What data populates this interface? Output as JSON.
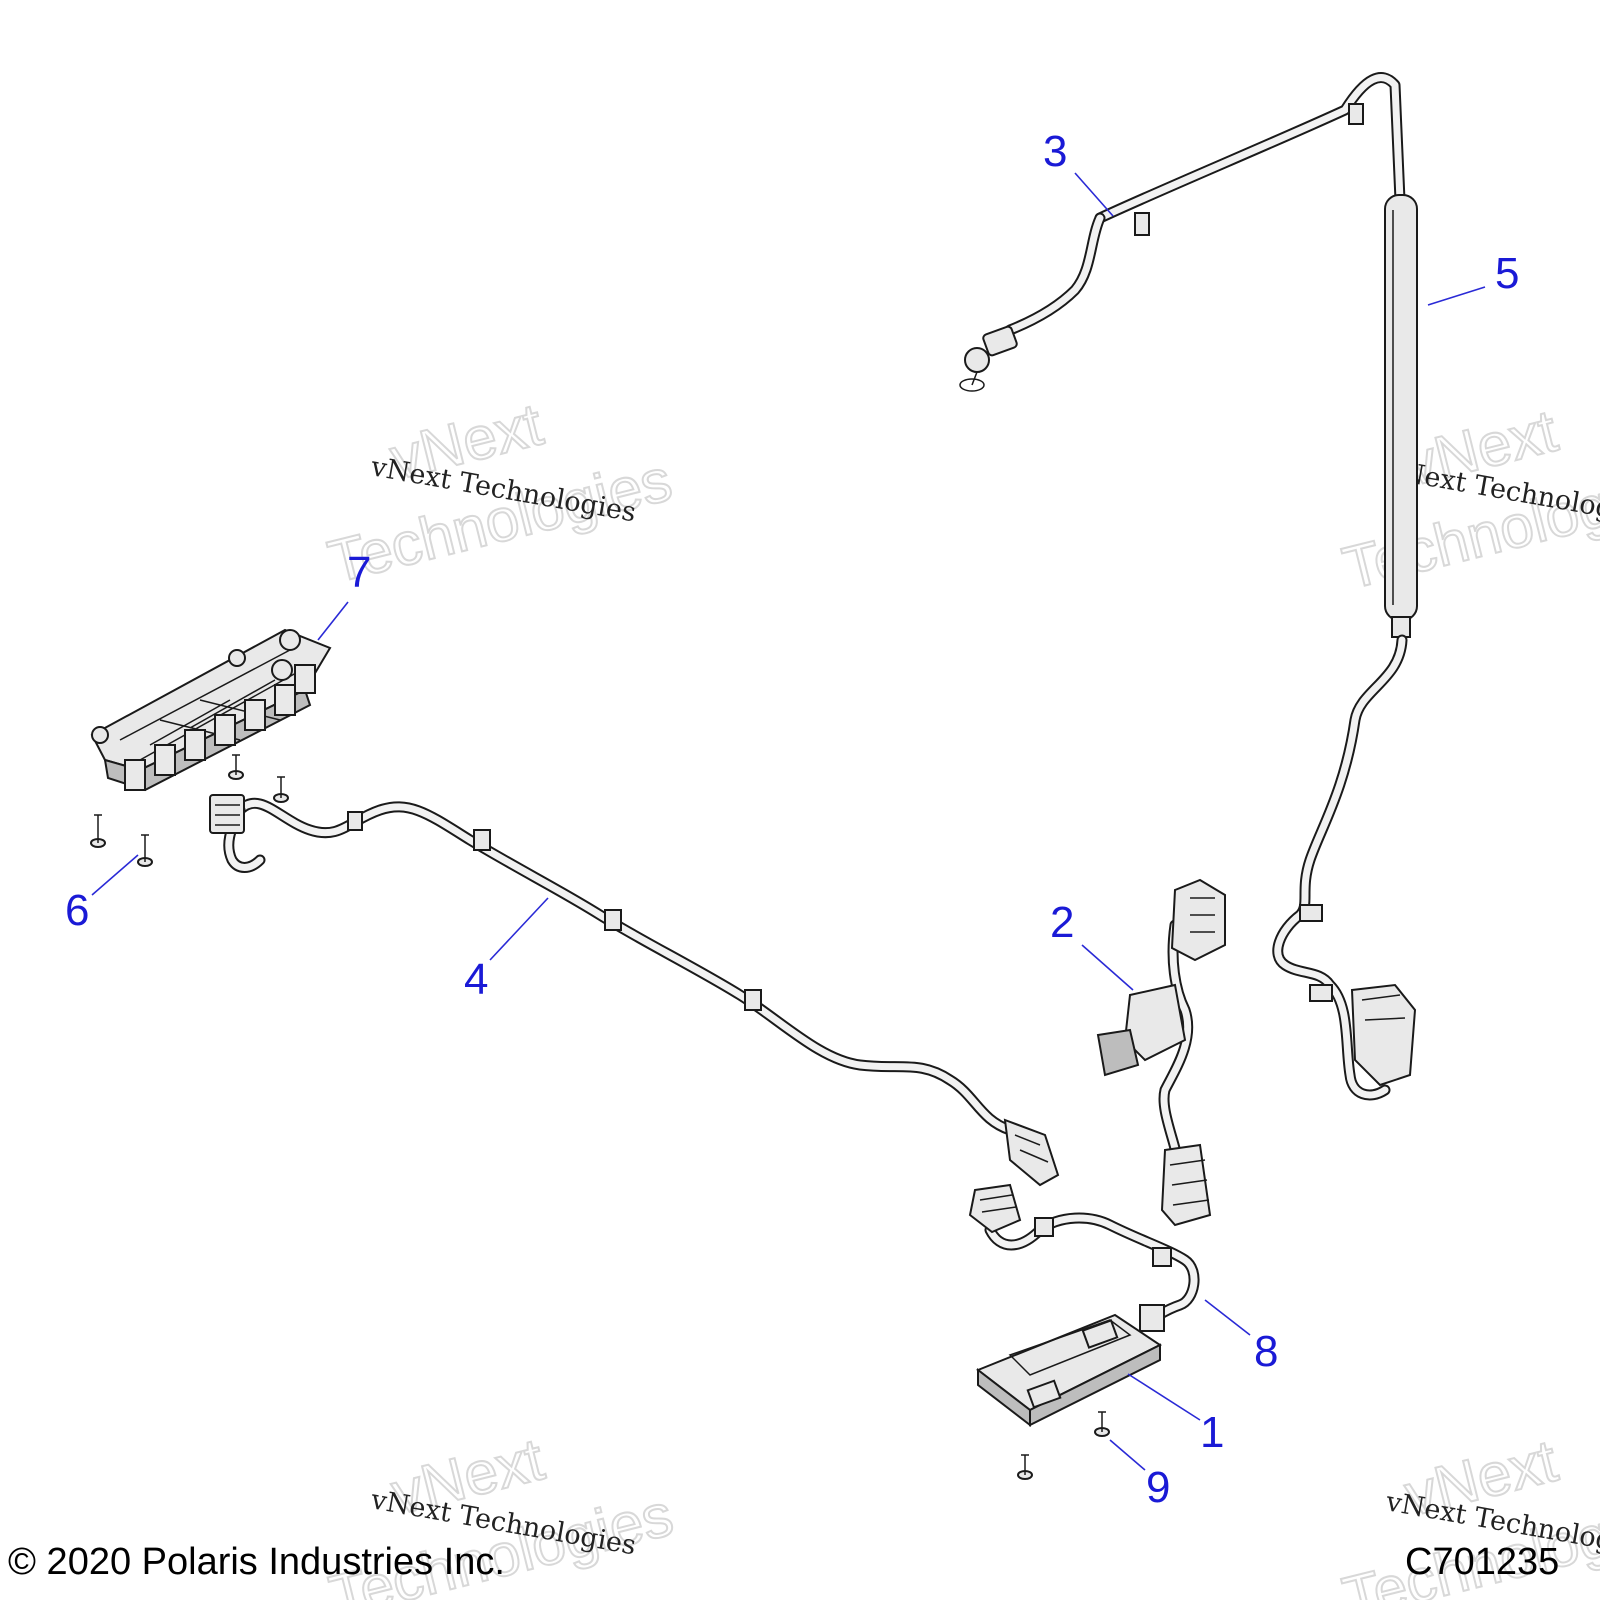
{
  "callouts": [
    {
      "num": "1",
      "part": "module"
    },
    {
      "num": "2",
      "part": "connector-harness"
    },
    {
      "num": "3",
      "part": "upper-harness"
    },
    {
      "num": "4",
      "part": "main-harness"
    },
    {
      "num": "5",
      "part": "sleeve"
    },
    {
      "num": "6",
      "part": "screw"
    },
    {
      "num": "7",
      "part": "bracket"
    },
    {
      "num": "8",
      "part": "jumper-harness"
    },
    {
      "num": "9",
      "part": "screw"
    }
  ],
  "watermarks": {
    "small": "vNext Technologies",
    "big_line1": "vNext",
    "big_line2": "Technologies"
  },
  "footer": {
    "copyright": "© 2020 Polaris Industries Inc.",
    "code": "C701235"
  },
  "colors": {
    "callout": "#1a1ad6",
    "line": "#1a1a1a",
    "fill": "#e9e9e9"
  }
}
